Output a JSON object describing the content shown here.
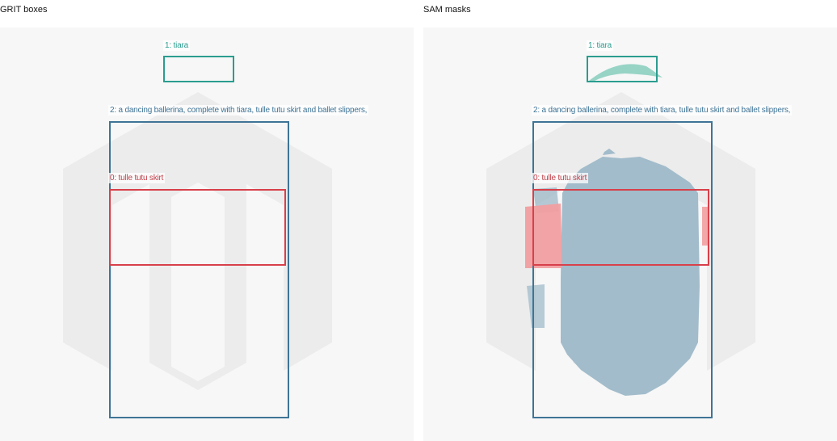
{
  "panels": [
    {
      "title": "GRIT boxes"
    },
    {
      "title": "SAM masks"
    }
  ],
  "annotations": [
    {
      "label": "1: tiara",
      "color": "#2a9d8f"
    },
    {
      "label": "2: a dancing ballerina, complete with tiara, tulle tutu skirt and ballet slippers,",
      "color": "#3f7496"
    },
    {
      "label": "0: tulle tutu skirt",
      "color": "#d8404a"
    }
  ],
  "mask_colors": {
    "tiara": "#8ccfc0",
    "ballerina": "#a2bccb",
    "skirt": "#f19ea0"
  }
}
